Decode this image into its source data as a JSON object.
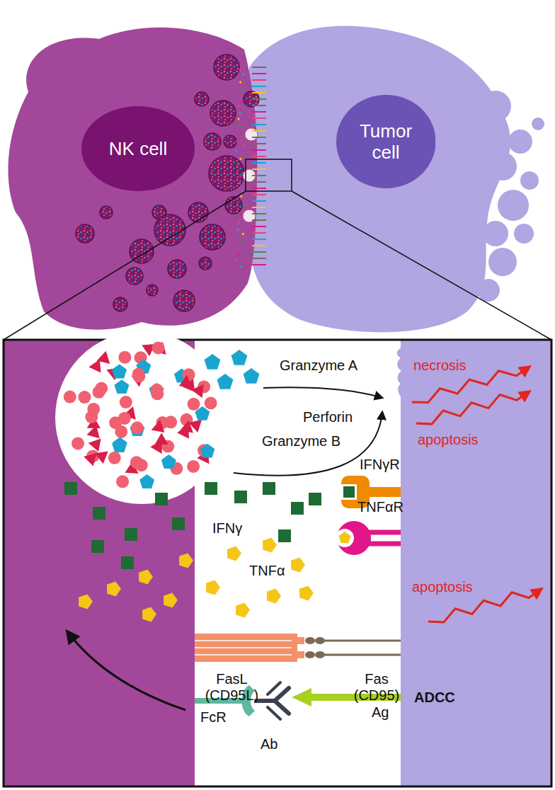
{
  "diagram": {
    "nodes": [
      {
        "text": [
          "NK cell"
        ]
      },
      {
        "text": [
          "Tumor cell"
        ]
      }
    ],
    "labels": [
      "Granzyme A",
      "Perforin",
      "Granzyme B",
      "necrosis",
      "apoptosis",
      "IFNγR",
      "IFNγ",
      "TNFαR",
      "TNFα",
      "apoptosis",
      "FasL (CD95L)",
      "Fas (CD95)",
      "FcR",
      "Ab",
      "Ag",
      "ADCC"
    ]
  }
}
